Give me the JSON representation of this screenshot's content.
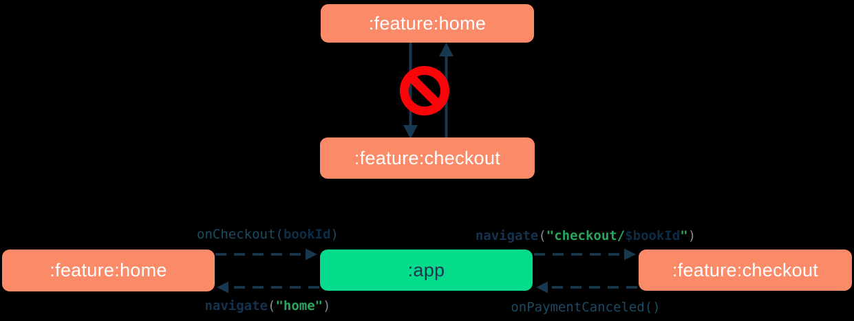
{
  "colors": {
    "background": "#000000",
    "box_salmon": "#fb8a68",
    "box_green": "#04db8b",
    "box_text_light": "#fffefe",
    "box_text_dark": "#1e3450",
    "arrow": "#17384e",
    "forbidden_red": "#f90408",
    "code_fn": "#1b4a63",
    "code_keyword": "#15334f",
    "code_param": "#0d2c45",
    "code_string": "#27a75c",
    "code_paren": "#838b90"
  },
  "top_diagram": {
    "home_box": ":feature:home",
    "checkout_box": ":feature:checkout",
    "forbidden_icon": "no-entry-icon"
  },
  "bottom_diagram": {
    "home_box": ":feature:home",
    "app_box": ":app",
    "checkout_box": ":feature:checkout",
    "edges": {
      "on_checkout": {
        "tokens": [
          {
            "text": "onCheckout(",
            "type": "fn"
          },
          {
            "text": "bookId",
            "type": "param"
          },
          {
            "text": ")",
            "type": "fn"
          }
        ]
      },
      "navigate_home": {
        "tokens": [
          {
            "text": "navigate",
            "type": "kw"
          },
          {
            "text": "(",
            "type": "paren"
          },
          {
            "text": "\"home\"",
            "type": "str"
          },
          {
            "text": ")",
            "type": "paren"
          }
        ]
      },
      "navigate_checkout": {
        "tokens": [
          {
            "text": "navigate",
            "type": "kw"
          },
          {
            "text": "(",
            "type": "paren"
          },
          {
            "text": "\"checkout/",
            "type": "str"
          },
          {
            "text": "$bookId",
            "type": "param"
          },
          {
            "text": "\"",
            "type": "str"
          },
          {
            "text": ")",
            "type": "paren"
          }
        ]
      },
      "on_payment_canceled": {
        "tokens": [
          {
            "text": "onPaymentCanceled()",
            "type": "fn"
          }
        ]
      }
    }
  }
}
